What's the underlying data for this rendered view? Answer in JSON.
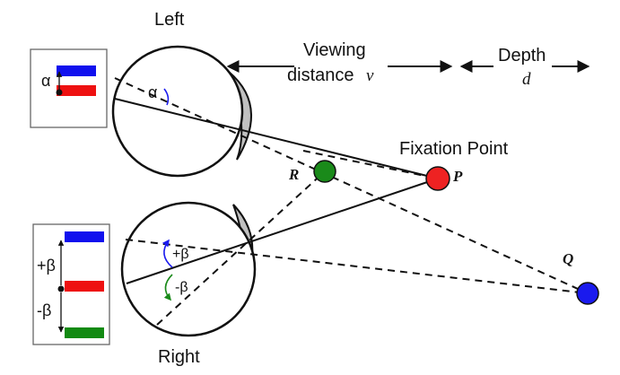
{
  "labels": {
    "left_eye": "Left",
    "right_eye": "Right",
    "viewing_line1": "Viewing",
    "viewing_line2": "distance",
    "viewing_symbol": "v",
    "depth": "Depth",
    "depth_symbol": "d",
    "fixation": "Fixation Point",
    "point_p": "P",
    "point_r": "R",
    "point_q": "Q",
    "alpha": "α",
    "plus_beta": "+β",
    "minus_beta": "-β"
  },
  "colors": {
    "fixation_point": "#ee2222",
    "near_point": "#1a8a1a",
    "far_point": "#1a1aee",
    "blue_bar": "#1010ee",
    "red_bar": "#ee1111",
    "green_bar": "#128a12",
    "sclera": "#ffffff",
    "cornea": "#c0c0c0",
    "line": "#111111"
  },
  "icons": {
    "arrow_left": "arrow-left-icon",
    "arrow_right": "arrow-right-icon",
    "angle_arc": "angle-arc-icon"
  }
}
